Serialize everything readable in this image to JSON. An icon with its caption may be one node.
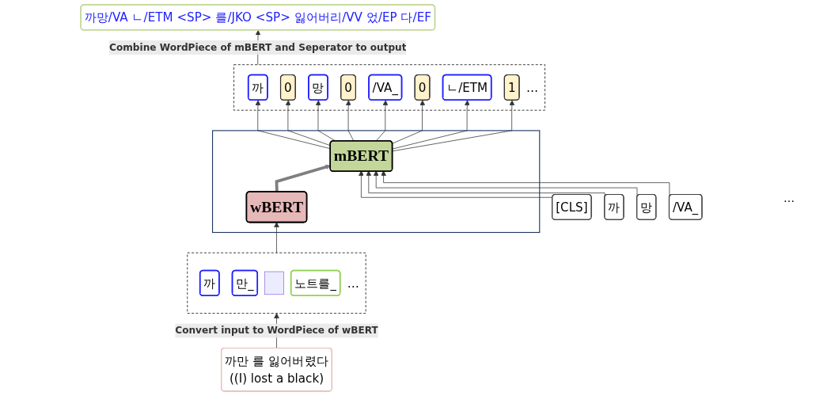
{
  "diagram": {
    "nodes": [
      {
        "text": [
          "까망/VA ㄴ/ETM <SP> 를/JKO <SP> 잃어버리/VV 었/EP 다/EF"
        ]
      },
      {
        "text": [],
        "shape": "box"
      },
      {
        "text": [
          "까"
        ],
        "in": 1
      },
      {
        "text": [
          "0"
        ],
        "in": 1
      },
      {
        "text": [
          "망"
        ],
        "in": 1
      },
      {
        "text": [
          "0"
        ],
        "in": 1
      },
      {
        "text": [
          "/VA_"
        ],
        "in": 1
      },
      {
        "text": [
          "0"
        ],
        "in": 1
      },
      {
        "text": [
          "ㄴ/ETM"
        ],
        "in": 1
      },
      {
        "text": [
          "1"
        ],
        "in": 1
      },
      {
        "text": [
          "…"
        ],
        "in": 1
      },
      {
        "text": [],
        "shape": "box"
      },
      {
        "text": [
          "wBERT"
        ],
        "in": 11
      },
      {
        "text": [
          "mBERT"
        ],
        "in": 11
      },
      {
        "text": [],
        "shape": "box"
      },
      {
        "text": [
          "까"
        ],
        "in": 14
      },
      {
        "text": [
          "만_"
        ],
        "in": 14
      },
      {
        "text": [],
        "shape": "box",
        "in": 14
      },
      {
        "text": [
          "노트를_"
        ],
        "in": 14
      },
      {
        "text": [
          "…"
        ],
        "in": 14
      },
      {
        "text": [
          "[CLS]"
        ]
      },
      {
        "text": [
          "까"
        ]
      },
      {
        "text": [
          "망"
        ]
      },
      {
        "text": [
          "/VA_"
        ]
      },
      {
        "text": [
          "까만 를 잃어버렸다",
          "((I) lost a black)"
        ]
      }
    ],
    "edges": [
      {
        "from": 24,
        "to": 14,
        "arrow": "to",
        "label": "Convert input to WordPiece of wBERT"
      },
      {
        "from": 14,
        "to": 12,
        "arrow": "to"
      },
      {
        "from": 12,
        "to": 13,
        "arrow": "to",
        "style": "thick",
        "color": "#7f7f7f"
      },
      {
        "from": 20,
        "to": 13,
        "arrow": "to"
      },
      {
        "from": 21,
        "to": 13,
        "arrow": "to"
      },
      {
        "from": 22,
        "to": 13,
        "arrow": "to"
      },
      {
        "from": 23,
        "to": 13,
        "arrow": "to"
      },
      {
        "from": 13,
        "to": 2,
        "arrow": "to"
      },
      {
        "from": 13,
        "to": 3,
        "arrow": "to"
      },
      {
        "from": 13,
        "to": 4,
        "arrow": "to"
      },
      {
        "from": 13,
        "to": 5,
        "arrow": "to"
      },
      {
        "from": 13,
        "to": 6,
        "arrow": "to"
      },
      {
        "from": 13,
        "to": 7,
        "arrow": "to"
      },
      {
        "from": 13,
        "to": 8,
        "arrow": "to"
      },
      {
        "from": 13,
        "to": 9,
        "arrow": "to"
      },
      {
        "from": 1,
        "to": 0,
        "arrow": "to",
        "label": "Combine WordPiece of mBERT and Seperator to output"
      }
    ],
    "labels": [
      "…"
    ]
  }
}
